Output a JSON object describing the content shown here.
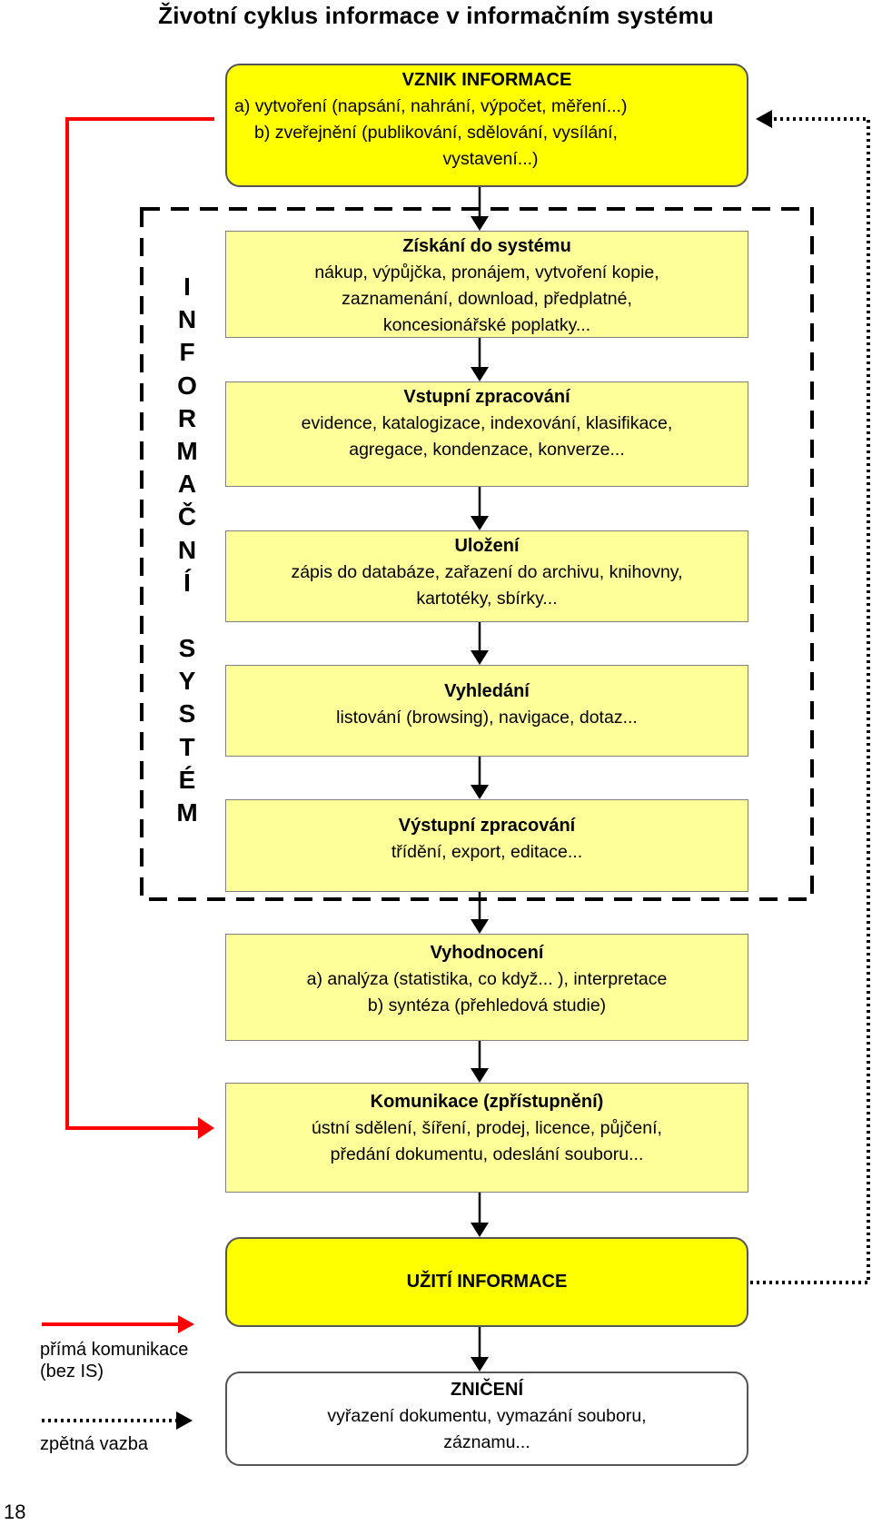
{
  "title": "Životní cyklus informace v informačním systému",
  "vznik": {
    "heading": "VZNIK INFORMACE",
    "lines": [
      "a) vytvoření (napsání, nahrání, výpočet, měření...)",
      "b) zveřejnění (publikování, sdělování, vysílání,",
      "vystavení...)"
    ]
  },
  "system_label": [
    "I",
    "N",
    "F",
    "O",
    "R",
    "M",
    "A",
    "Č",
    "N",
    "Í",
    "",
    "S",
    "Y",
    "S",
    "T",
    "É",
    "M"
  ],
  "steps": [
    {
      "heading": "Získání do systému",
      "lines": [
        "nákup, výpůjčka, pronájem, vytvoření kopie,",
        "zaznamenání, download, předplatné,",
        "koncesionářské poplatky..."
      ]
    },
    {
      "heading": "Vstupní zpracování",
      "lines": [
        "evidence, katalogizace, indexování, klasifikace,",
        "agregace, kondenzace, konverze..."
      ]
    },
    {
      "heading": "Uložení",
      "lines": [
        "zápis do databáze, zařazení do archivu, knihovny,",
        "kartotéky, sbírky..."
      ]
    },
    {
      "heading": "Vyhledání",
      "lines": [
        "listování (browsing), navigace, dotaz..."
      ]
    },
    {
      "heading": "Výstupní zpracování",
      "lines": [
        "třídění, export, editace..."
      ]
    }
  ],
  "vyhodnoceni": {
    "heading": "Vyhodnocení",
    "lines": [
      "a) analýza (statistika, co když... ), interpretace",
      "b) syntéza (přehledová studie)"
    ]
  },
  "komunikace": {
    "heading": "Komunikace (zpřístupnění)",
    "lines": [
      "ústní sdělení, šíření, prodej, licence, půjčení,",
      "předání dokumentu, odeslání souboru..."
    ]
  },
  "uziti": {
    "heading": "UŽITÍ INFORMACE"
  },
  "zniceni": {
    "heading": "ZNIČENÍ",
    "lines": [
      "vyřazení dokumentu, vymazání souboru,",
      "záznamu..."
    ]
  },
  "legend": {
    "direct": [
      "přímá komunikace",
      "(bez IS)"
    ],
    "feedback": "zpětná vazba"
  },
  "page_number": "18",
  "colors": {
    "box_fill": "#ffff99",
    "major_fill": "#ffff00",
    "direct_arrow": "#ff0000",
    "feedback": "#000000"
  }
}
